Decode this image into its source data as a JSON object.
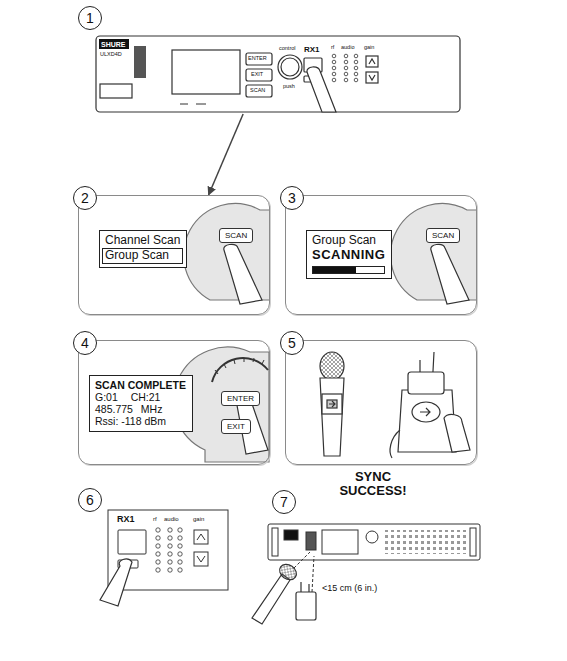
{
  "diagram": {
    "nodes": [
      {
        "text": [
          "1"
        ]
      },
      {
        "text": [
          "2"
        ]
      },
      {
        "text": [
          "3"
        ]
      },
      {
        "text": [
          "4"
        ]
      },
      {
        "text": [
          "5"
        ]
      },
      {
        "text": [
          "6"
        ]
      },
      {
        "text": [
          "7"
        ]
      },
      {
        "text": [
          "Channel Scan",
          "Group Scan"
        ],
        "in": 1
      },
      {
        "text": [
          "Group Scan",
          "SCANNING"
        ],
        "in": 2
      },
      {
        "text": [
          "SCAN COMPLETE",
          "G:01 CH:21",
          "485.775 MHz",
          "Rssi: -118 dBm"
        ],
        "in": 3
      },
      {
        "text": [
          "SCAN"
        ],
        "in": 1
      },
      {
        "text": [
          "SCAN"
        ],
        "in": 2
      },
      {
        "text": [
          "ENTER"
        ],
        "in": 3
      },
      {
        "text": [
          "EXIT"
        ],
        "in": 3
      }
    ],
    "edges": [
      {
        "from": 0,
        "to": 1,
        "arrow": "to"
      }
    ],
    "labels": [
      "SHURE",
      "ULXD4D",
      "ENTER",
      "EXIT",
      "SCAN",
      "control",
      "push",
      "RX1",
      "rf",
      "audio",
      "gain",
      "RX1",
      "rf",
      "audio",
      "gain",
      "SYNC SUCCESS!",
      "<15 cm (6 in.)"
    ]
  }
}
